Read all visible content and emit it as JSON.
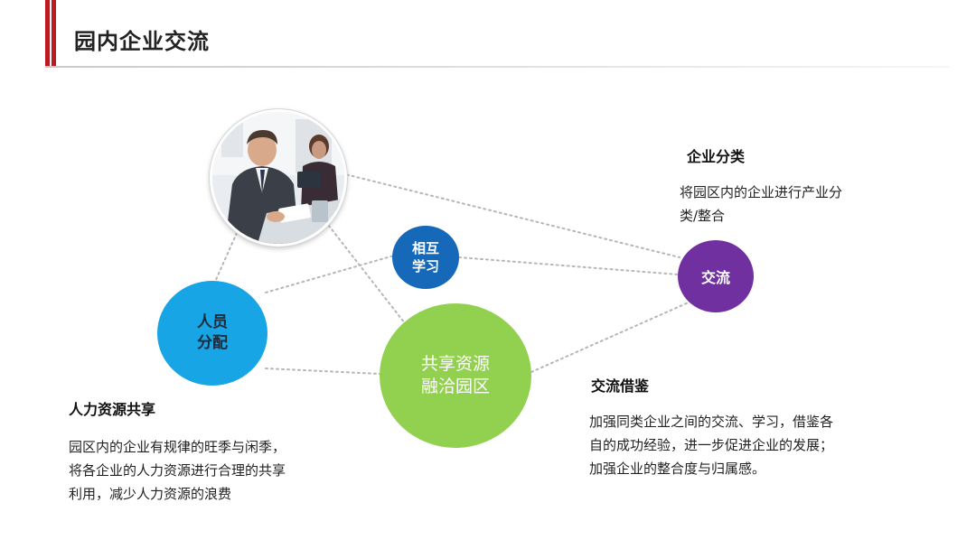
{
  "header": {
    "title": "园内企业交流",
    "accent_color": "#b81c22"
  },
  "photo": {
    "icon": "business-people-photo"
  },
  "bubbles": {
    "mutual_learning": {
      "label": "相互\n学习",
      "color": "#1569b8"
    },
    "staff_allocation": {
      "label": "人员\n分配",
      "color": "#17a5e6"
    },
    "shared_resources": {
      "label": "共享资源\n融洽园区",
      "color": "#92d050"
    },
    "exchange": {
      "label": "交流",
      "color": "#7130a0"
    }
  },
  "sections": {
    "category": {
      "heading": "企业分类",
      "text": "将园区内的企业进行产业分\n类/整合"
    },
    "hr_sharing": {
      "heading": "人力资源共享",
      "text": "园区内的企业有规律的旺季与闲季，\n将各企业的人力资源进行合理的共享\n利用，减少人力资源的浪费"
    },
    "exchange_reference": {
      "heading": "交流借鉴",
      "text": "加强同类企业之间的交流、学习，借鉴各\n自的成功经验，进一步促进企业的发展；\n加强企业的整合度与归属感。"
    }
  }
}
